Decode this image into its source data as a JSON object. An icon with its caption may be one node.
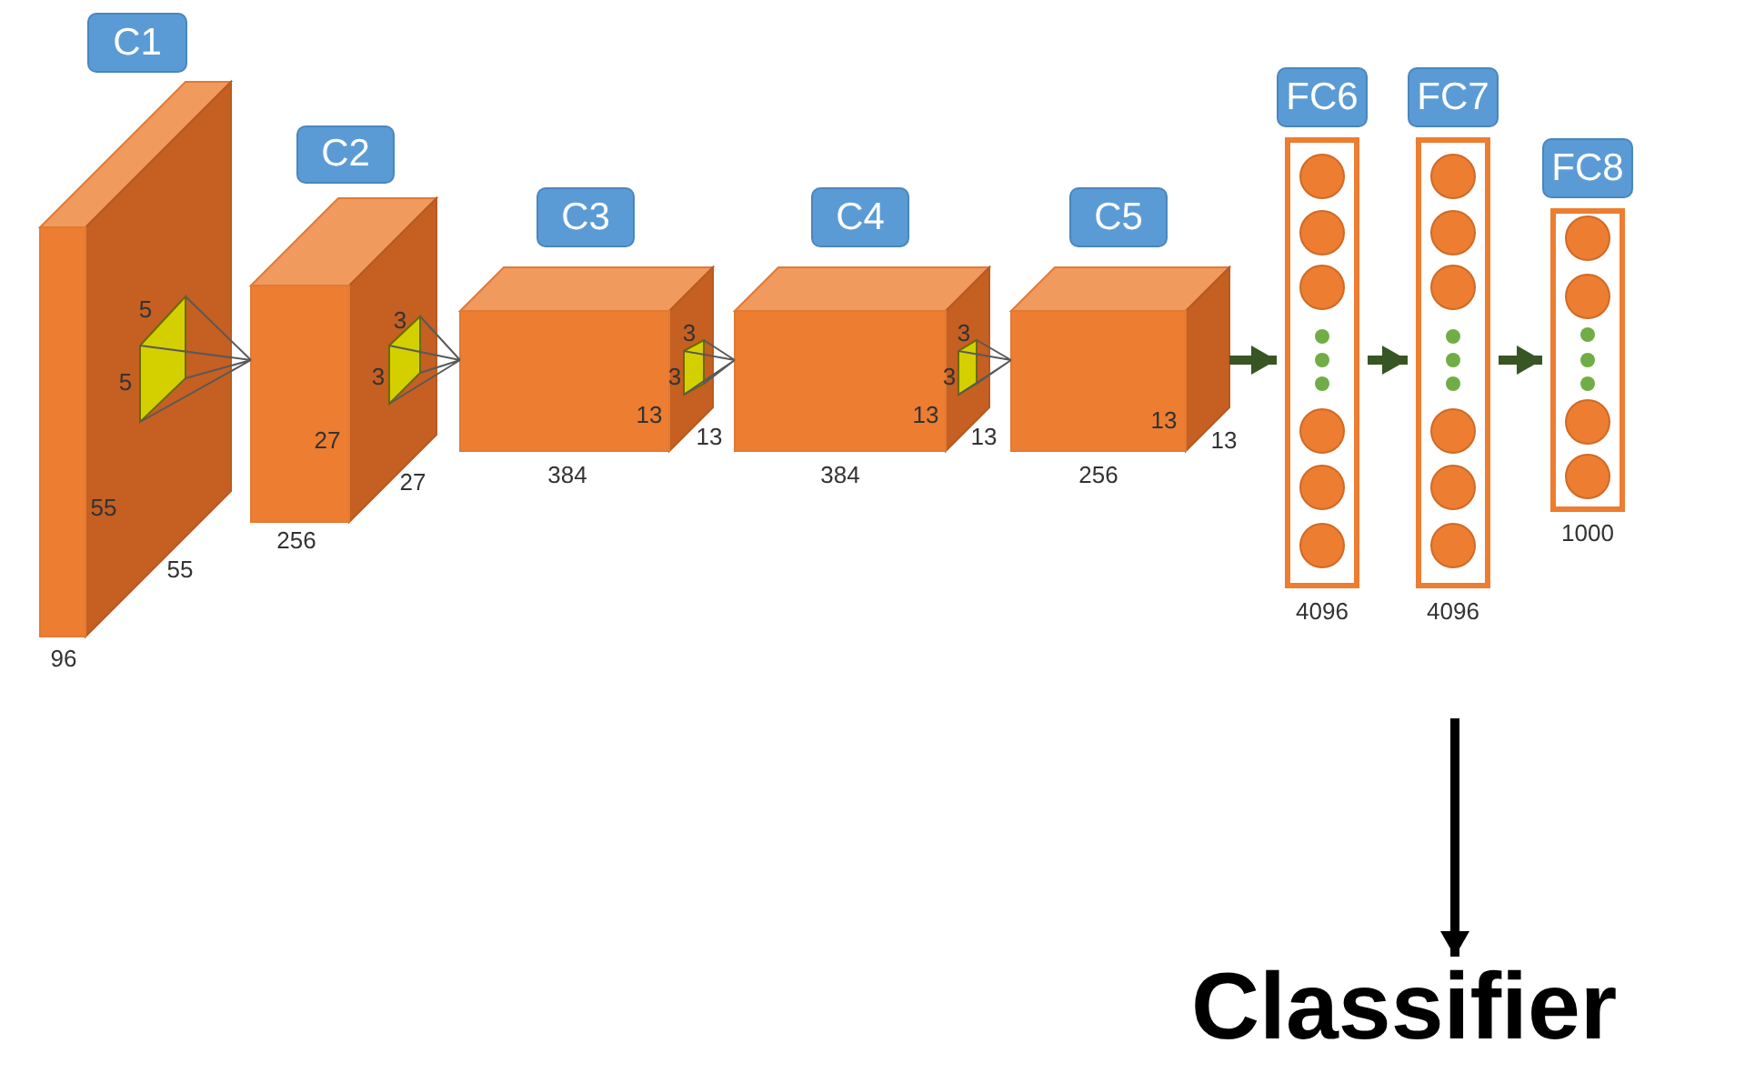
{
  "diagram": {
    "nodes": [
      {
        "text": [
          "C1"
        ]
      },
      {
        "text": [
          "C2"
        ]
      },
      {
        "text": [
          "C3"
        ]
      },
      {
        "text": [
          "C4"
        ]
      },
      {
        "text": [
          "C5"
        ]
      },
      {
        "text": [
          "FC6"
        ]
      },
      {
        "text": [
          "FC7"
        ]
      },
      {
        "text": [
          "FC8"
        ]
      },
      {
        "text": [
          "Classifier"
        ]
      }
    ],
    "edges": [
      {
        "from": 0,
        "to": 1,
        "arrow": "none",
        "color": "#595959"
      },
      {
        "from": 1,
        "to": 2,
        "arrow": "none",
        "color": "#595959"
      },
      {
        "from": 2,
        "to": 3,
        "arrow": "none",
        "color": "#595959"
      },
      {
        "from": 3,
        "to": 4,
        "arrow": "none",
        "color": "#595959"
      },
      {
        "from": 4,
        "to": 5,
        "arrow": "to",
        "style": "thick",
        "color": "#375623"
      },
      {
        "from": 5,
        "to": 6,
        "arrow": "to",
        "style": "thick",
        "color": "#375623"
      },
      {
        "from": 6,
        "to": 7,
        "arrow": "to",
        "style": "thick",
        "color": "#375623"
      },
      {
        "from": null,
        "to": 8,
        "arrow": "to",
        "style": "thick",
        "color": "#000000"
      }
    ],
    "labels": [
      "5",
      "5",
      "55",
      "55",
      "96",
      "3",
      "3",
      "27",
      "27",
      "256",
      "3",
      "3",
      "13",
      "13",
      "384",
      "3",
      "3",
      "13",
      "13",
      "384",
      "13",
      "13",
      "256",
      "4096",
      "4096",
      "1000"
    ]
  }
}
